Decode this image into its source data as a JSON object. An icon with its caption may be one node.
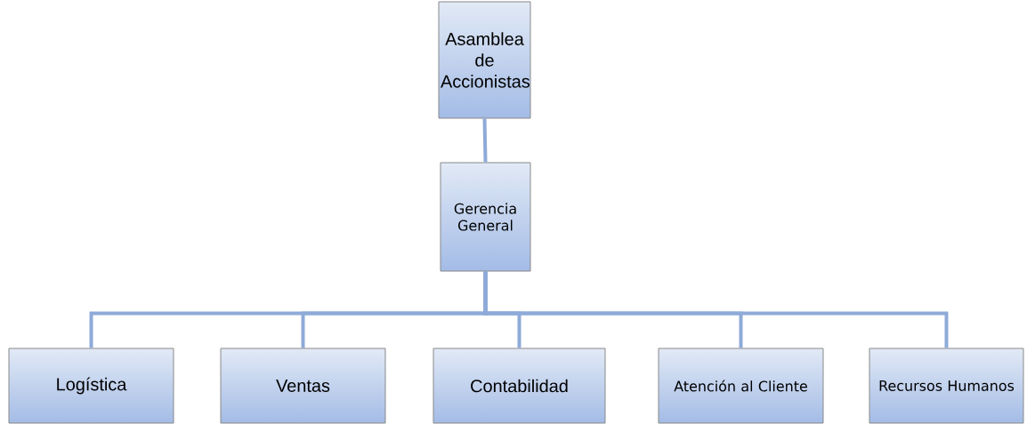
{
  "diagram": {
    "nodes": [
      {
        "text": [
          "Asamblea de Accionistas"
        ]
      },
      {
        "text": [
          "Gerencia General"
        ]
      },
      {
        "text": [
          "Logística"
        ]
      },
      {
        "text": [
          "Ventas"
        ]
      },
      {
        "text": [
          "Contabilidad"
        ]
      },
      {
        "text": [
          "Atención al Cliente"
        ]
      },
      {
        "text": [
          "Recursos Humanos"
        ]
      }
    ],
    "edges": [
      {
        "from": 0,
        "to": 1,
        "arrow": "none"
      },
      {
        "from": 1,
        "to": 2,
        "arrow": "none"
      },
      {
        "from": 1,
        "to": 3,
        "arrow": "none"
      },
      {
        "from": 1,
        "to": 4,
        "arrow": "none"
      },
      {
        "from": 1,
        "to": 5,
        "arrow": "none"
      },
      {
        "from": 1,
        "to": 6,
        "arrow": "none"
      }
    ]
  }
}
